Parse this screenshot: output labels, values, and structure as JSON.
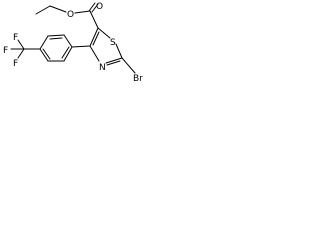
{
  "molecule": {
    "atoms": {
      "o_carbonyl": "O",
      "o_ester": "O",
      "s_ring": "S",
      "n_ring": "N",
      "br": "Br",
      "f_top": "F",
      "f_left": "F",
      "f_bottom": "F"
    }
  },
  "colors": {
    "bond": "#000000",
    "background": "#ffffff"
  }
}
